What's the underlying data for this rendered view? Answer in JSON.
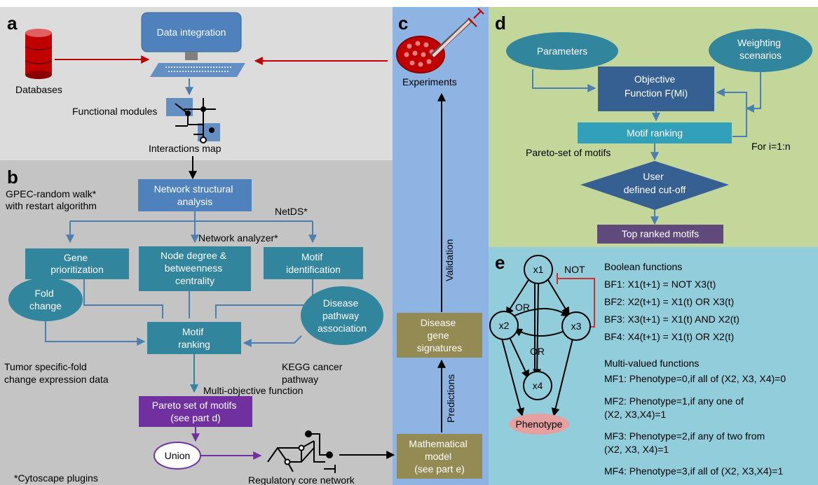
{
  "panels": {
    "a": "a",
    "b": "b",
    "c": "c",
    "d": "d",
    "e": "e"
  },
  "panel_a": {
    "data_integration": "Data integration",
    "databases": "Databases",
    "functional_modules": "Functional modules",
    "interactions_map": "Interactions map"
  },
  "panel_b": {
    "network_structural": [
      "Network structural",
      "analysis"
    ],
    "gpec": [
      "GPEC-random walk*",
      "with restart algorithm"
    ],
    "netds": "NetDS*",
    "network_analyzer": "Network analyzer*",
    "gene_prioritization": [
      "Gene",
      "prioritization"
    ],
    "node_degree": [
      "Node degree &",
      "betweenness",
      "centrality"
    ],
    "motif_identification": [
      "Motif",
      "identification"
    ],
    "fold_change": [
      "Fold",
      "change"
    ],
    "disease_pathway": [
      "Disease",
      "pathway",
      "association"
    ],
    "motif_ranking": [
      "Motif",
      "ranking"
    ],
    "tumor_specific": [
      "Tumor specific-fold",
      "change expression data"
    ],
    "kegg": [
      "KEGG cancer",
      "pathway"
    ],
    "multi_objective": "Multi-objective function",
    "pareto_set": [
      "Pareto set of motifs",
      "(see part d)"
    ],
    "union": "Union",
    "regulatory_core": "Regulatory core network",
    "cytoscape": "*Cytoscape plugins"
  },
  "panel_c": {
    "experiments": "Experiments",
    "validation": "Validation",
    "disease_gene": [
      "Disease",
      "gene",
      "signatures"
    ],
    "predictions": "Predictions",
    "mathematical_model": [
      "Mathematical",
      "model",
      "(see part e)"
    ]
  },
  "panel_d": {
    "parameters": "Parameters",
    "weighting": [
      "Weighting",
      "scenarios"
    ],
    "objective": [
      "Objective",
      "Function F(Mi)"
    ],
    "motif_ranking": "Motif ranking",
    "for_loop": "For i=1:n",
    "pareto_motifs": "Pareto-set of motifs",
    "user_cutoff": [
      "User",
      "defined cut-off"
    ],
    "top_ranked": "Top ranked motifs"
  },
  "panel_e": {
    "nodes": [
      "x1",
      "x2",
      "x3",
      "x4"
    ],
    "phenotype": "Phenotype",
    "not_label": "NOT",
    "or_label_1": "OR",
    "or_label_2": "OR",
    "boolean_title": "Boolean functions",
    "boolean_functions": [
      "BF1: X1(t+1) = NOT X3(t)",
      "BF2: X2(t+1) = X1(t) OR X3(t)",
      "BF3: X3(t+1) = X1(t) AND X2(t)",
      "BF4: X4(t+1) = X1(t) OR X2(t)"
    ],
    "multi_title": "Multi-valued functions",
    "multi_functions": [
      [
        "MF1: Phenotype=0,if all of (X2, X3, X4)=0"
      ],
      [
        "MF2: Phenotype=1,if any one of",
        "(X2, X3,X4)=1"
      ],
      [
        "MF3: Phenotype=2,if any of two from",
        "(X2, X3, X4)=1"
      ],
      [
        "MF4: Phenotype=3,if all of (X2, X3,X4)=1"
      ]
    ]
  },
  "colors": {
    "panel_a_bg": "#dcdcdc",
    "panel_b_bg": "#c4c4c4",
    "panel_c_bg": "#8eb4e3",
    "panel_d_bg": "#c4d79b",
    "panel_e_bg": "#92cddc",
    "blue_box": "#4f81bd",
    "teal_box": "#31859c",
    "purple_box": "#7030a0",
    "olive_box": "#948a54",
    "red_arrow": "#c00000"
  }
}
